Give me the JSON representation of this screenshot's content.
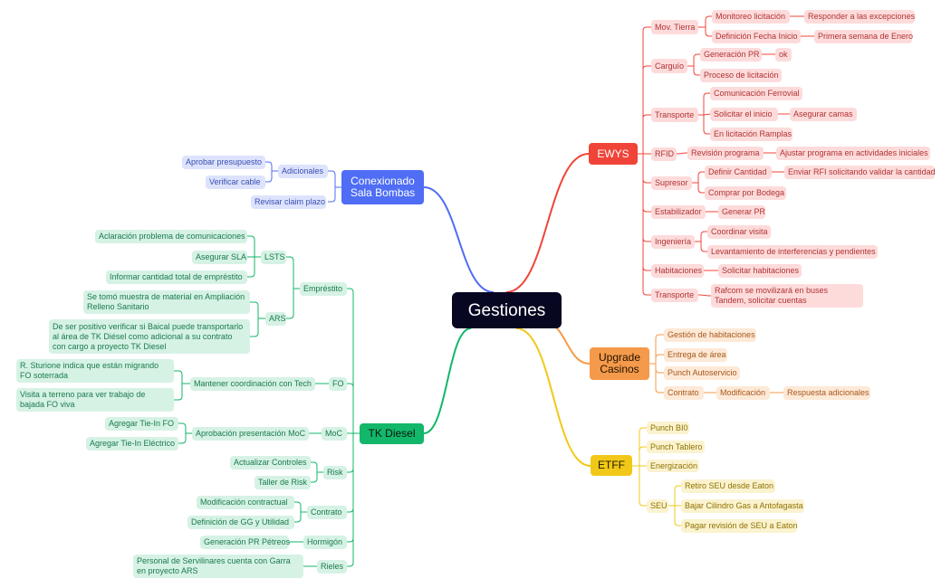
{
  "root": {
    "label": "Gestiones"
  },
  "colors": {
    "ewys": "#f04438",
    "upgrade": "#f59a4a",
    "etff": "#f2c818",
    "tk": "#12b76a",
    "conex": "#4f6df5",
    "root": "#070722"
  },
  "branches": {
    "ewys": {
      "label": "EWYS",
      "mov_tierra": {
        "label": "Mov. Tierra",
        "monitoreo": "Monitoreo licitación",
        "responder": "Responder a las excepciones",
        "definicion": "Definición Fecha Inicio",
        "primera": "Primera semana de Enero"
      },
      "carguio": {
        "label": "Carguío",
        "generacion": "Generación PR",
        "ok": "ok",
        "proceso": "Proceso de licitación"
      },
      "transporte": {
        "label": "Transporte",
        "comunicacion": "Comunicación Ferrovial",
        "solicitar": "Solicitar el inicio",
        "asegurar": "Asegurar camas",
        "en_licitacion": "En licitación Ramplas"
      },
      "rfid": {
        "label": "RFID",
        "revision": "Revisión programa",
        "ajustar": "Ajustar programa en actividades iniciales"
      },
      "supresor": {
        "label": "Supresor",
        "definir": "Definir Cantidad",
        "enviar": "Enviar RFI solicitando validar la cantidad",
        "comprar": "Comprar por Bodega"
      },
      "estabilizador": {
        "label": "Estabilizador",
        "generar": "Generar PR"
      },
      "ingenieria": {
        "label": "Ingeniería",
        "coordinar": "Coordinar visita",
        "levantamiento": "Levantamiento de interferencias y pendientes"
      },
      "habitaciones": {
        "label": "Habitaciones",
        "solicitar": "Solicitar habitaciones"
      },
      "transporte2": {
        "label": "Transporte",
        "rafcom": "Rafcom se movilizará en buses Tandem, solicitar cuentas"
      }
    },
    "upgrade": {
      "label": "Upgrade Casinos",
      "gestion": "Gestión de habitaciones",
      "entrega": "Entrega de área",
      "punch": "Punch Autoservicio",
      "contrato": {
        "label": "Contrato",
        "modificacion": "Modificación",
        "respuesta": "Respuesta adicionales"
      }
    },
    "etff": {
      "label": "ETFF",
      "punch_bio": "Punch BI0",
      "punch_tablero": "Punch Tablero",
      "energizacion": "Energización",
      "seu": {
        "label": "SEU",
        "retiro": "Retiro SEU desde Eaton",
        "bajar": "Bajar Cilindro Gas a Antofagasta",
        "pagar": "Pagar revisión de SEU a Eaton"
      }
    },
    "conex": {
      "label": "Conexionado Sala Bombas",
      "adicionales": {
        "label": "Adicionales",
        "aprobar": "Aprobar presupuesto",
        "verificar": "Verificar cable"
      },
      "revisar": "Revisar claim plazo"
    },
    "tk": {
      "label": "TK Diesel",
      "emprestito": {
        "label": "Empréstito",
        "lsts": {
          "label": "LSTS",
          "aclaracion": "Aclaración problema de comunicaciones",
          "asegurar": "Asegurar SLA",
          "informar": "Informar cantidad total de empréstito"
        },
        "ars": {
          "label": "ARS",
          "muestra": "Se tomó muestra de material en Ampliación Relleno Sanitario",
          "positivo": "De ser positivo verificar si Baical puede transportarlo al área de TK Diésel como adicional a su contrato con cargo a proyecto TK Diesel"
        }
      },
      "fo": {
        "label": "FO",
        "mantener": "Mantener coordinación con Tech",
        "sturione": "R. Sturione indica que están migrando FO soterrada",
        "visita": "Visita a terreno para ver trabajo de bajada FO viva"
      },
      "moc": {
        "label": "MoC",
        "aprobacion": "Aprobación presentación MoC",
        "tie_fo": "Agregar Tie-In FO",
        "tie_elec": "Agregar Tie-In Eléctrico"
      },
      "risk": {
        "label": "Risk",
        "actualizar": "Actualizar Controles",
        "taller": "Taller de Risk"
      },
      "contrato": {
        "label": "Contrato",
        "modificacion": "Modificación contractual",
        "definicion": "Definición de GG y Utilidad"
      },
      "hormigon": {
        "label": "Hormigón",
        "generacion": "Generación PR Pétreos"
      },
      "rieles": {
        "label": "Rieles",
        "personal": "Personal de Servilinares cuenta con Garra en proyecto ARS"
      }
    }
  }
}
